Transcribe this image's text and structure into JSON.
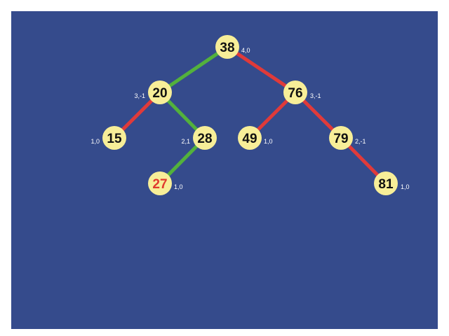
{
  "colors": {
    "background": "#354b8c",
    "node_fill": "#f7ee98",
    "node_text": "#111111",
    "highlight_text": "#e03a2f",
    "edge_green": "#53b13c",
    "edge_red": "#e03a3a"
  },
  "tree": {
    "nodes": [
      {
        "id": "n38",
        "value": "38",
        "meta": "4,0",
        "highlight": false
      },
      {
        "id": "n20",
        "value": "20",
        "meta": "3,-1",
        "highlight": false
      },
      {
        "id": "n76",
        "value": "76",
        "meta": "3,-1",
        "highlight": false
      },
      {
        "id": "n15",
        "value": "15",
        "meta": "1,0",
        "highlight": false
      },
      {
        "id": "n28",
        "value": "28",
        "meta": "2,1",
        "highlight": false
      },
      {
        "id": "n49",
        "value": "49",
        "meta": "1,0",
        "highlight": false
      },
      {
        "id": "n79",
        "value": "79",
        "meta": "2,-1",
        "highlight": false
      },
      {
        "id": "n27",
        "value": "27",
        "meta": "1,0",
        "highlight": true
      },
      {
        "id": "n81",
        "value": "81",
        "meta": "1,0",
        "highlight": false
      }
    ],
    "edges": [
      {
        "from": "n38",
        "to": "n20",
        "color": "green"
      },
      {
        "from": "n38",
        "to": "n76",
        "color": "red"
      },
      {
        "from": "n20",
        "to": "n15",
        "color": "red"
      },
      {
        "from": "n20",
        "to": "n28",
        "color": "green"
      },
      {
        "from": "n28",
        "to": "n27",
        "color": "green"
      },
      {
        "from": "n76",
        "to": "n49",
        "color": "red"
      },
      {
        "from": "n76",
        "to": "n79",
        "color": "red"
      },
      {
        "from": "n79",
        "to": "n81",
        "color": "red"
      }
    ]
  }
}
